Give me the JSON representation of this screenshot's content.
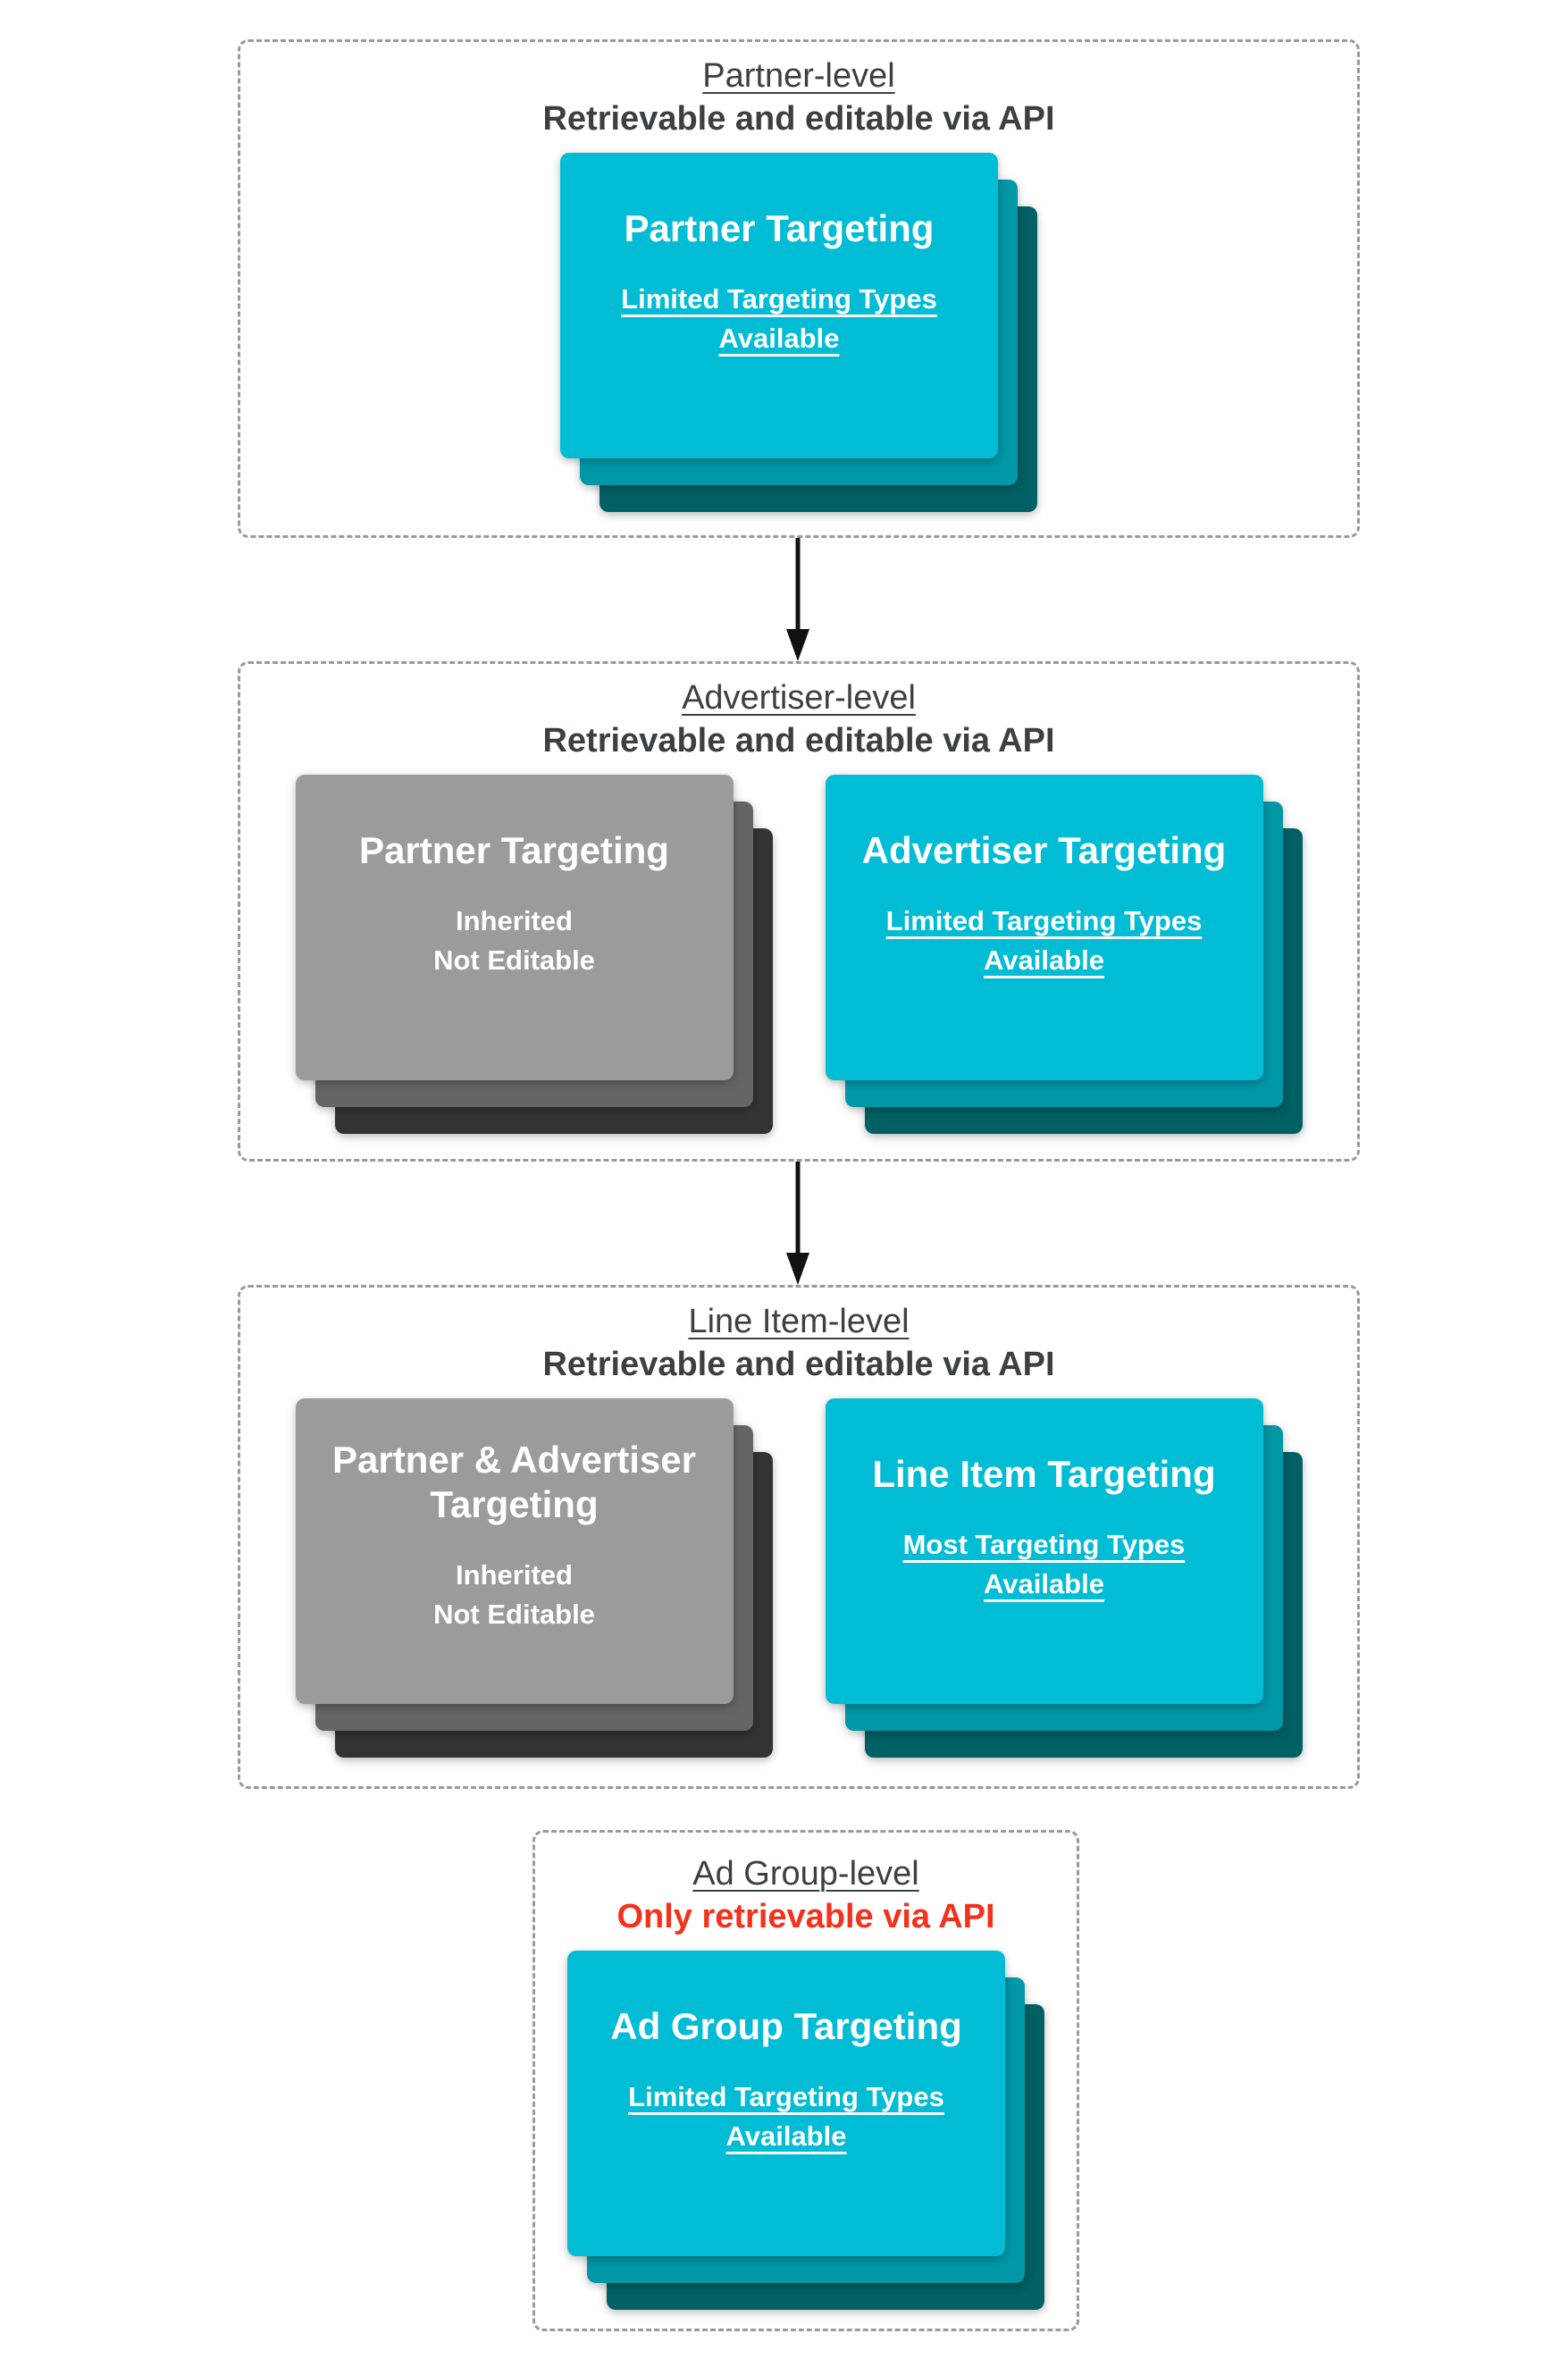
{
  "diagram": {
    "background": "#ffffff",
    "box_border_color": "#9a9a9a",
    "header_text_color": "#3c4043",
    "warning_text_color": "#f3321d",
    "arrow_color": "#111111",
    "card_text_color": "#ffffff",
    "card_colors": {
      "cyan": {
        "front": "#00bcd4",
        "middle": "#0097a7",
        "back": "#006064"
      },
      "gray": {
        "front": "#9b9b9b",
        "middle": "#656565",
        "back": "#333333"
      }
    },
    "sections": [
      {
        "title": "Partner-level",
        "subtitle": "Retrievable and editable via API",
        "cards": [
          {
            "variant": "cyan",
            "title": "Partner Targeting",
            "subtitle": "Limited Targeting Types\nAvailable",
            "subtitle_underlined": true
          }
        ]
      },
      {
        "title": "Advertiser-level",
        "subtitle": "Retrievable and editable via API",
        "cards": [
          {
            "variant": "gray",
            "title": "Partner Targeting",
            "subtitle": "Inherited\nNot Editable",
            "subtitle_underlined": false
          },
          {
            "variant": "cyan",
            "title": "Advertiser Targeting",
            "subtitle": "Limited Targeting Types\nAvailable",
            "subtitle_underlined": true
          }
        ]
      },
      {
        "title": "Line Item-level",
        "subtitle": "Retrievable and editable via API",
        "cards": [
          {
            "variant": "gray",
            "title": "Partner & Advertiser Targeting",
            "subtitle": "Inherited\nNot Editable",
            "subtitle_underlined": false
          },
          {
            "variant": "cyan",
            "title": "Line Item Targeting",
            "subtitle": "Most Targeting Types\nAvailable",
            "subtitle_underlined": true
          }
        ]
      },
      {
        "title": "Ad Group-level",
        "subtitle": "Only retrievable via API",
        "cards": [
          {
            "variant": "cyan",
            "title": "Ad Group Targeting",
            "subtitle": "Limited Targeting Types\nAvailable",
            "subtitle_underlined": true
          }
        ]
      }
    ]
  }
}
